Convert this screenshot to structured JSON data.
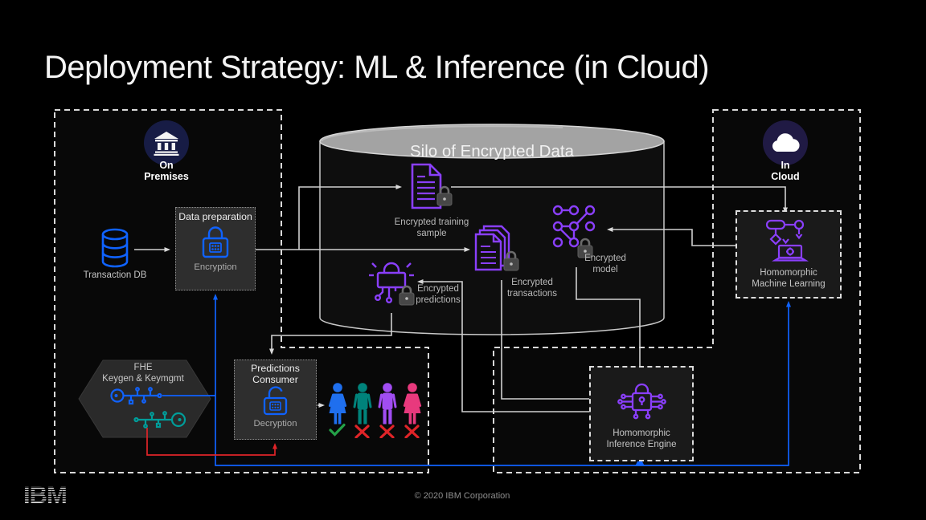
{
  "slide": {
    "title": "Deployment Strategy: ML & Inference (in Cloud)",
    "footer": "© 2020 IBM Corporation",
    "logo_text": "IBM"
  },
  "zones": {
    "on_premises": {
      "line1": "On",
      "line2": "Premises"
    },
    "in_cloud": {
      "line1": "In",
      "line2": "Cloud"
    }
  },
  "silo": {
    "title": "Silo of Encrypted Data",
    "training_sample": {
      "line1": "Encrypted training",
      "line2": "sample"
    },
    "transactions": {
      "line1": "Encrypted",
      "line2": "transactions"
    },
    "model": {
      "line1": "Encrypted",
      "line2": "model"
    },
    "predictions": {
      "line1": "Encrypted",
      "line2": "predictions"
    }
  },
  "nodes": {
    "transaction_db": {
      "label": "Transaction DB"
    },
    "data_preparation": {
      "title": "Data preparation",
      "sublabel": "Encryption"
    },
    "predictions_consumer": {
      "line1": "Predictions",
      "line2": "Consumer",
      "sublabel": "Decryption"
    },
    "fhe": {
      "line1": "FHE",
      "line2": "Keygen & Keymgmt"
    },
    "homomorphic_ml": {
      "line1": "Homomorphic",
      "line2": "Machine Learning"
    },
    "homomorphic_inference": {
      "line1": "Homomorphic",
      "line2": "Inference Engine"
    }
  },
  "people": [
    {
      "gender": "female",
      "color": "#1f6fee",
      "status": "approved"
    },
    {
      "gender": "male",
      "color": "#00837b",
      "status": "rejected"
    },
    {
      "gender": "male",
      "color": "#a14df2",
      "status": "rejected"
    },
    {
      "gender": "female",
      "color": "#e8397d",
      "status": "rejected"
    }
  ],
  "colors": {
    "ibm_blue": "#0f62fe",
    "purple": "#8a3ffc",
    "teal_key": "#009d9a",
    "red": "#e02428",
    "green": "#24a148",
    "line_gray": "#cfcfcf",
    "dash_white": "#d9d9d9"
  },
  "icons": {
    "on_premises": "bank-icon",
    "in_cloud": "cloud-icon",
    "transaction_db": "database-icon",
    "encryption": "lock-closed-icon",
    "decryption": "lock-open-icon",
    "training_sample": "document-lock-icon",
    "transactions": "documents-stack-lock-icon",
    "model": "graph-nodes-lock-icon",
    "predictions": "lock-circuit-lock-icon",
    "homomorphic_ml": "flowchart-laptop-icon",
    "homomorphic_inference": "lock-chip-icon",
    "fhe_keys": "circuit-keys-icon"
  }
}
